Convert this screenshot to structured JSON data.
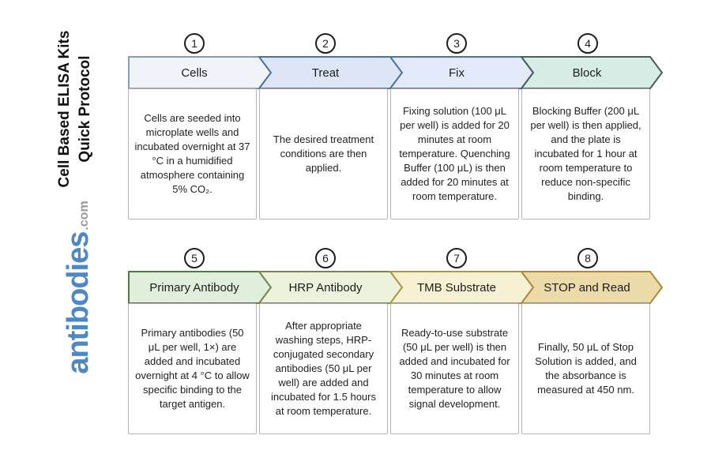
{
  "sidebar": {
    "title_line1": "Cell Based ELISA Kits",
    "title_line2": "Quick Protocol",
    "logo_word": "antibodies",
    "logo_tld": ".com",
    "logo_color": "#4c87c8",
    "logo_tld_color": "#999999"
  },
  "rows": [
    {
      "steps": [
        {
          "number": "1",
          "label": "Cells",
          "fill": "#f0f4fa",
          "border": "#7f9cc2",
          "description": "Cells are seeded into microplate wells and incubated overnight at 37 °C in a humidified atmosphere containing 5% CO₂."
        },
        {
          "number": "2",
          "label": "Treat",
          "fill": "#dce6f7",
          "border": "#4c72a6",
          "description": "The desired treatment conditions are then applied."
        },
        {
          "number": "3",
          "label": "Fix",
          "fill": "#e3ebfa",
          "border": "#4c72a6",
          "description": "Fixing solution (100 μL per well) is added for 20 minutes at room temperature. Quenching Buffer (100 μL) is then added for 20 minutes at room temperature."
        },
        {
          "number": "4",
          "label": "Block",
          "fill": "#d8ece6",
          "border": "#465e5c",
          "description": "Blocking Buffer (200 μL per well) is then applied, and the plate is incubated for 1 hour at room temperature to reduce non-specific binding."
        }
      ]
    },
    {
      "steps": [
        {
          "number": "5",
          "label": "Primary Antibody",
          "fill": "#e0efdb",
          "border": "#4e7b3e",
          "description": "Primary antibodies (50 μL per well, 1×) are added and incubated overnight at 4 °C to allow specific binding to the target antigen."
        },
        {
          "number": "6",
          "label": "HRP Antibody",
          "fill": "#edf2dc",
          "border": "#77854d",
          "description": "After appropriate washing steps, HRP-conjugated secondary antibodies (50 μL per well) are added and incubated for 1.5 hours at room temperature."
        },
        {
          "number": "7",
          "label": "TMB Substrate",
          "fill": "#f6f1d3",
          "border": "#b29544",
          "description": "Ready-to-use substrate (50 μL per well) is then added and incubated for 30 minutes at room temperature to allow signal development."
        },
        {
          "number": "8",
          "label": "STOP and Read",
          "fill": "#ecdaa9",
          "border": "#aa8a3a",
          "description": "Finally, 50 μL of Stop Solution is added, and the absorbance is measured at 450 nm."
        }
      ]
    }
  ]
}
